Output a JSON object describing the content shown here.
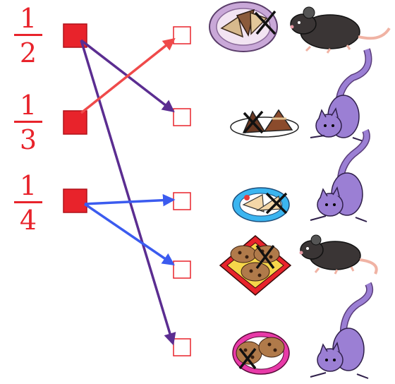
{
  "fractions": [
    {
      "numerator": "1",
      "denominator": "2"
    },
    {
      "numerator": "1",
      "denominator": "3"
    },
    {
      "numerator": "1",
      "denominator": "4"
    }
  ],
  "colors": {
    "fraction_text": "#e8232b",
    "source_box_fill": "#e8232b",
    "target_box_border": "#e8232b",
    "arrow_purple": "#5b2d91",
    "arrow_red": "#ef4a4a",
    "arrow_blue": "#3b5bef",
    "cat_body": "#9b7fd4",
    "rat_body": "#3a3535",
    "cross": "#111111"
  },
  "connections": [
    {
      "from_fraction": 0,
      "to_target": 1,
      "color": "arrow_purple"
    },
    {
      "from_fraction": 0,
      "to_target": 4,
      "color": "arrow_purple"
    },
    {
      "from_fraction": 1,
      "to_target": 0,
      "color": "arrow_red"
    },
    {
      "from_fraction": 2,
      "to_target": 2,
      "color": "arrow_blue"
    },
    {
      "from_fraction": 2,
      "to_target": 3,
      "color": "arrow_blue"
    }
  ],
  "rows": [
    {
      "food": "pie-slices",
      "animal": "rat",
      "plate": "lavender-plate",
      "crossed": true
    },
    {
      "food": "brownie-slices",
      "animal": "cat",
      "plate": "white-plate",
      "crossed": true
    },
    {
      "food": "sandwich-wedges",
      "animal": "cat",
      "plate": "blue-plate",
      "crossed": true
    },
    {
      "food": "cookies",
      "animal": "rat",
      "plate": "red-tray",
      "crossed": true
    },
    {
      "food": "cookies",
      "animal": "cat",
      "plate": "pink-plate",
      "crossed": true
    }
  ]
}
